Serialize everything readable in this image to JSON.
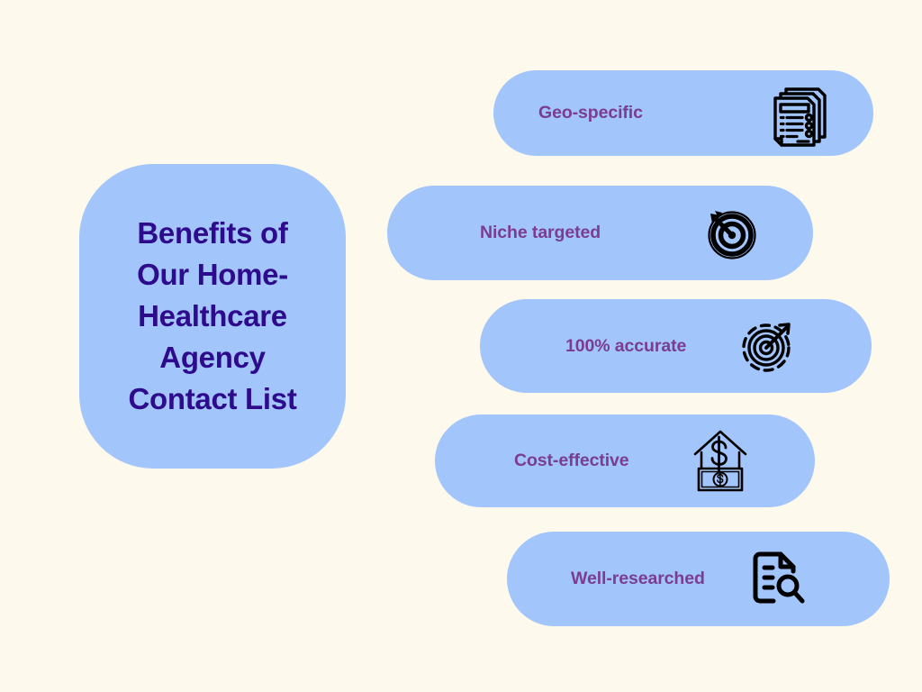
{
  "background_color": "#FDF9EC",
  "pill_color": "#A2C5FB",
  "hero": {
    "title": "Benefits of\nOur Home-\nHealthcare\nAgency\nContact List",
    "title_color": "#2E0B8C",
    "background_color": "#A2C5FB"
  },
  "benefits": {
    "label_color": "#7A3D8F",
    "icon_color": "#000000",
    "items": [
      {
        "label": "Geo-specific",
        "icon": "stacked-documents-list-icon"
      },
      {
        "label": "Niche targeted",
        "icon": "target-dart-filled-icon"
      },
      {
        "label": "100% accurate",
        "icon": "bullseye-arrow-icon"
      },
      {
        "label": "Cost-effective",
        "icon": "house-dollar-banknote-icon"
      },
      {
        "label": "Well-researched",
        "icon": "document-magnifier-icon"
      }
    ]
  }
}
